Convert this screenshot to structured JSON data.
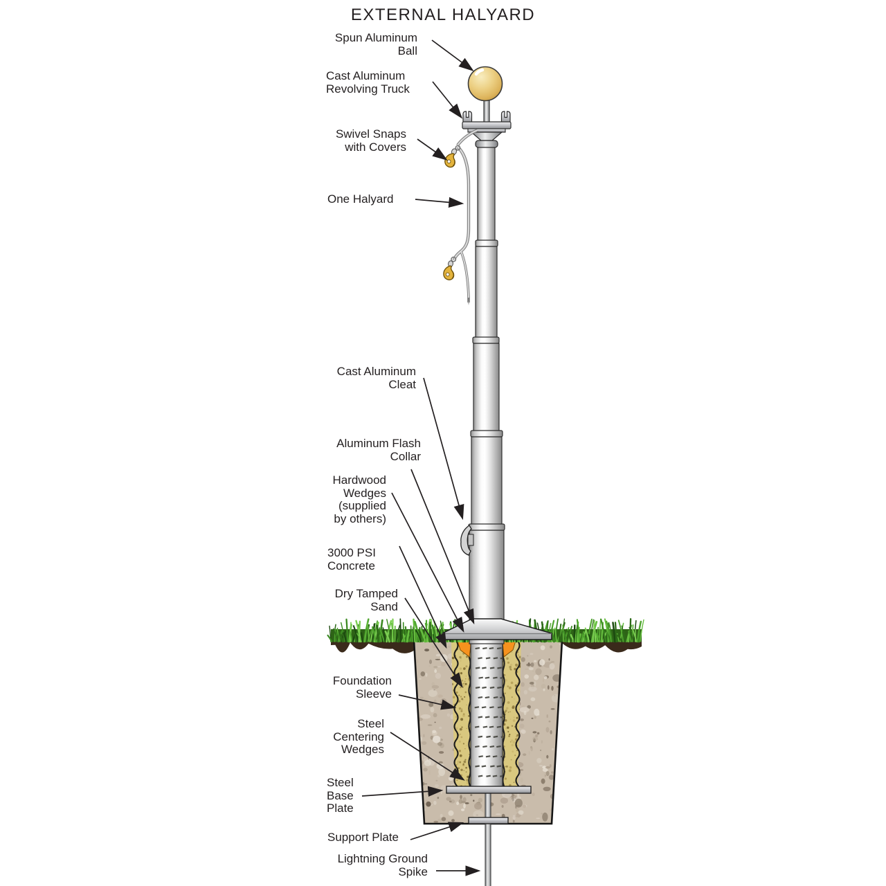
{
  "title": "EXTERNAL HALYARD",
  "labels": {
    "spun_ball": "Spun Aluminum\nBall",
    "revolving_truck": "Cast Aluminum\nRevolving Truck",
    "swivel_snaps": "Swivel Snaps\nwith Covers",
    "one_halyard": "One Halyard",
    "cleat": "Cast Aluminum\nCleat",
    "flash_collar": "Aluminum Flash\nCollar",
    "hardwood_wedges": "Hardwood\nWedges\n(supplied\nby others)",
    "concrete": "3000 PSI\nConcrete",
    "sand": "Dry Tamped\nSand",
    "foundation_sleeve": "Foundation\nSleeve",
    "centering_wedges": "Steel\nCentering\nWedges",
    "base_plate": "Steel\nBase\nPlate",
    "support_plate": "Support Plate",
    "ground_spike": "Lightning Ground\nSpike"
  },
  "colors": {
    "outline": "#231f20",
    "text": "#231f20",
    "ball_gold": "#e2bb55",
    "pole_gray": "#c9c9c9",
    "grass_green": "#3c8a22",
    "soil_brown": "#3a2a1b",
    "concrete": "#c9bcab",
    "sand": "#d9c87f",
    "wedge_orange": "#f6921e",
    "steel": "#b9babe",
    "snap_gold": "#e3b33c"
  }
}
